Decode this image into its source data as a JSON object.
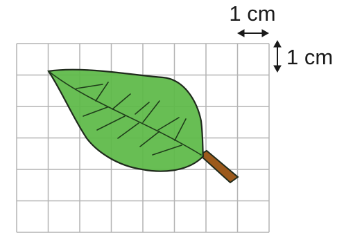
{
  "grid": {
    "columns": 8,
    "rows": 6,
    "cell_size_label": "1 cm",
    "line_color": "#b3b3b3"
  },
  "scale_labels": {
    "horizontal": "1 cm",
    "vertical": "1 cm"
  },
  "leaf": {
    "blade_color": "#5cb947",
    "vein_color": "#1f3d1a",
    "outline_color": "#1f2a1c",
    "stem_color": "#9c5a1c"
  }
}
